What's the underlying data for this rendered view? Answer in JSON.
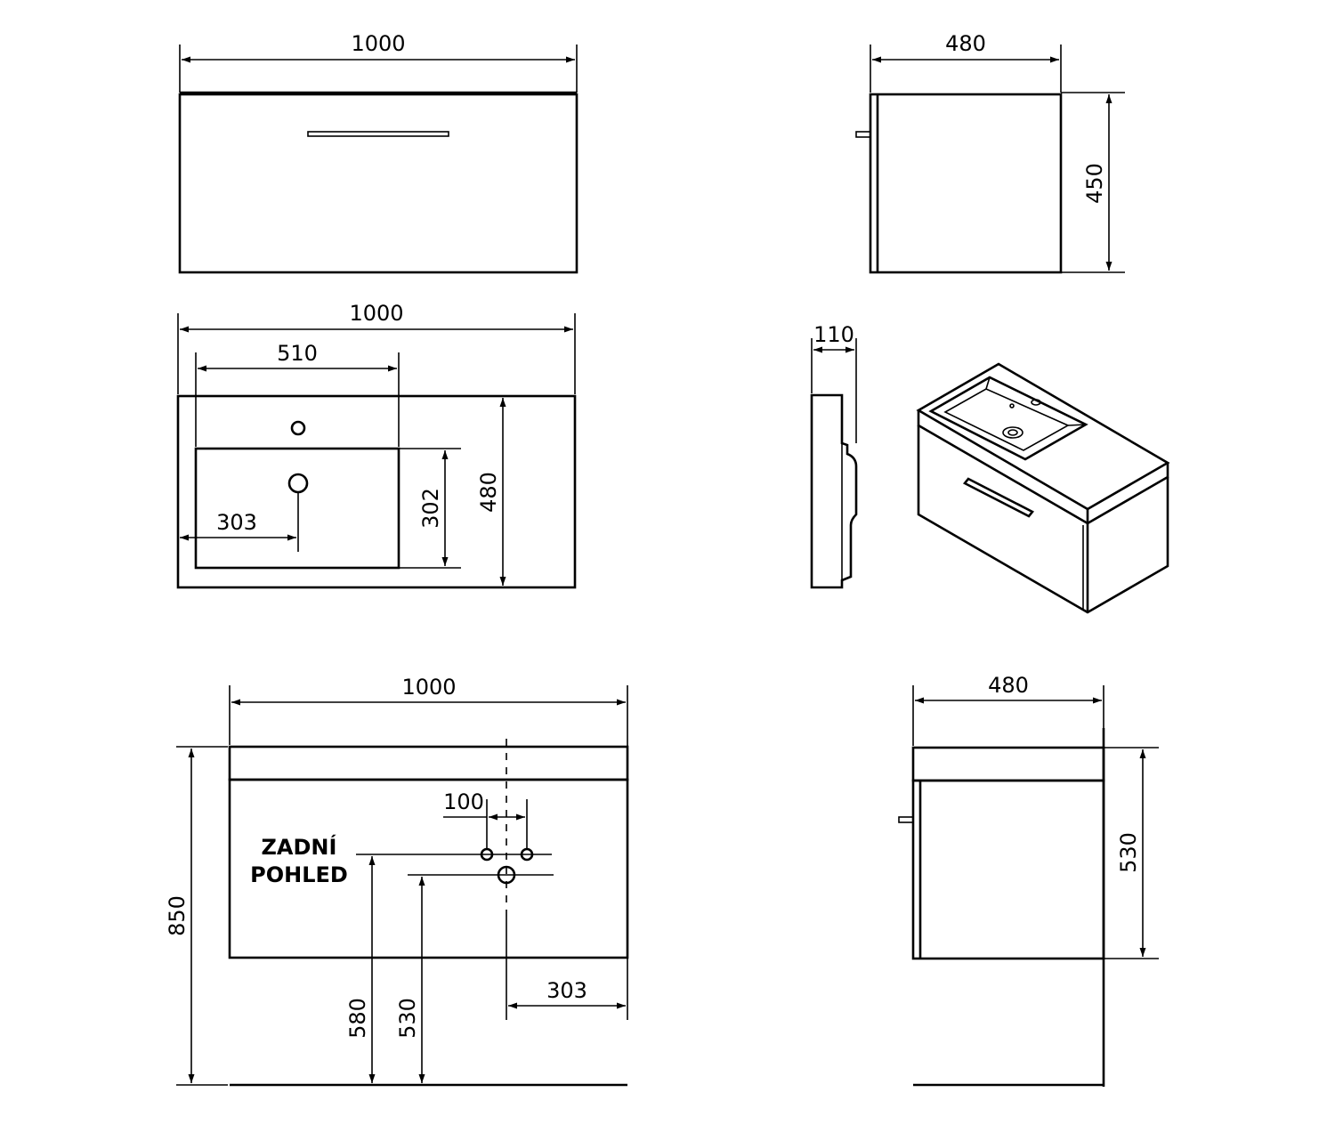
{
  "dimensions": {
    "front_width": "1000",
    "side_depth": "480",
    "side_height": "450",
    "top_width": "1000",
    "basin_width": "510",
    "drain_offset": "303",
    "basin_depth": "302",
    "top_depth": "480",
    "profile_thickness": "110",
    "rear_width": "1000",
    "rear_hole_spacing": "100",
    "rear_total_height": "850",
    "rear_height_upper": "580",
    "rear_height_lower": "530",
    "rear_drain_offset": "303",
    "side2_depth": "480",
    "side2_height": "530"
  },
  "labels": {
    "rear_view_line1": "ZADNÍ",
    "rear_view_line2": "POHLED"
  }
}
